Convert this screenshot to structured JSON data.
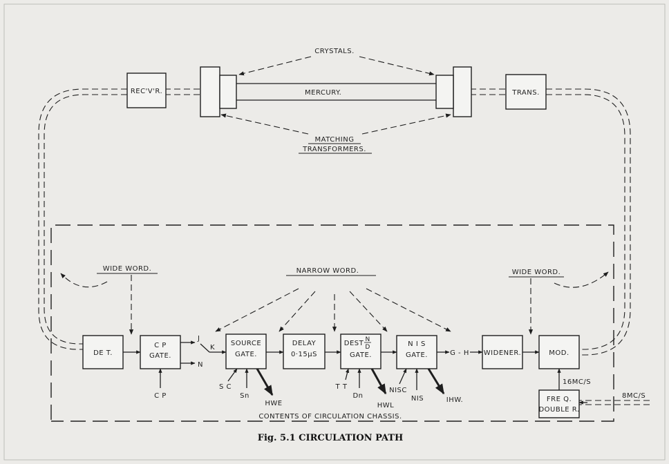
{
  "diagram": {
    "top": {
      "receiver": "REC'V'R.",
      "transmitter": "TRANS.",
      "mercury": "MERCURY.",
      "crystals": "CRYSTALS.",
      "matching_line1": "MATCHING",
      "matching_line2": "TRANSFORMERS."
    },
    "blocks": {
      "det": "DE T.",
      "cp_gate_line1": "C P",
      "cp_gate_line2": "GATE.",
      "source_gate_line1": "SOURCE",
      "source_gate_line2": "GATE.",
      "delay_line1": "DELAY",
      "delay_line2": "0·15µS",
      "dest_gate_line1": "DEST",
      "dest_gate_sup": "N",
      "dest_gate_sub": "D",
      "dest_gate_line2": "GATE.",
      "nis_gate_line1": "N I S",
      "nis_gate_line2": "GATE.",
      "widener": "WIDENER.",
      "mod": "MOD.",
      "freq_line1": "FRE Q.",
      "freq_line2": "DOUBLE R."
    },
    "labels": {
      "wide_word_left": "WIDE  WORD.",
      "wide_word_right": "WIDE  WORD.",
      "narrow_word": "NARROW  WORD.",
      "j": "J",
      "k": "K",
      "n": "N",
      "cp": "C P",
      "sc": "S C",
      "sn": "Sn",
      "hwe": "HWE",
      "tt": "T T",
      "dn": "Dn",
      "hwl": "HWL",
      "nisc": "NISC",
      "nis": "NIS",
      "ihw": "IHW.",
      "g_h": "G - H",
      "sixteen_mcs": "16MC/S",
      "eight_mcs": "8MC/S",
      "chassis": "CONTENTS   OF   CIRCULATION   CHASSIS."
    },
    "caption": "Fig. 5.1   CIRCULATION PATH"
  }
}
